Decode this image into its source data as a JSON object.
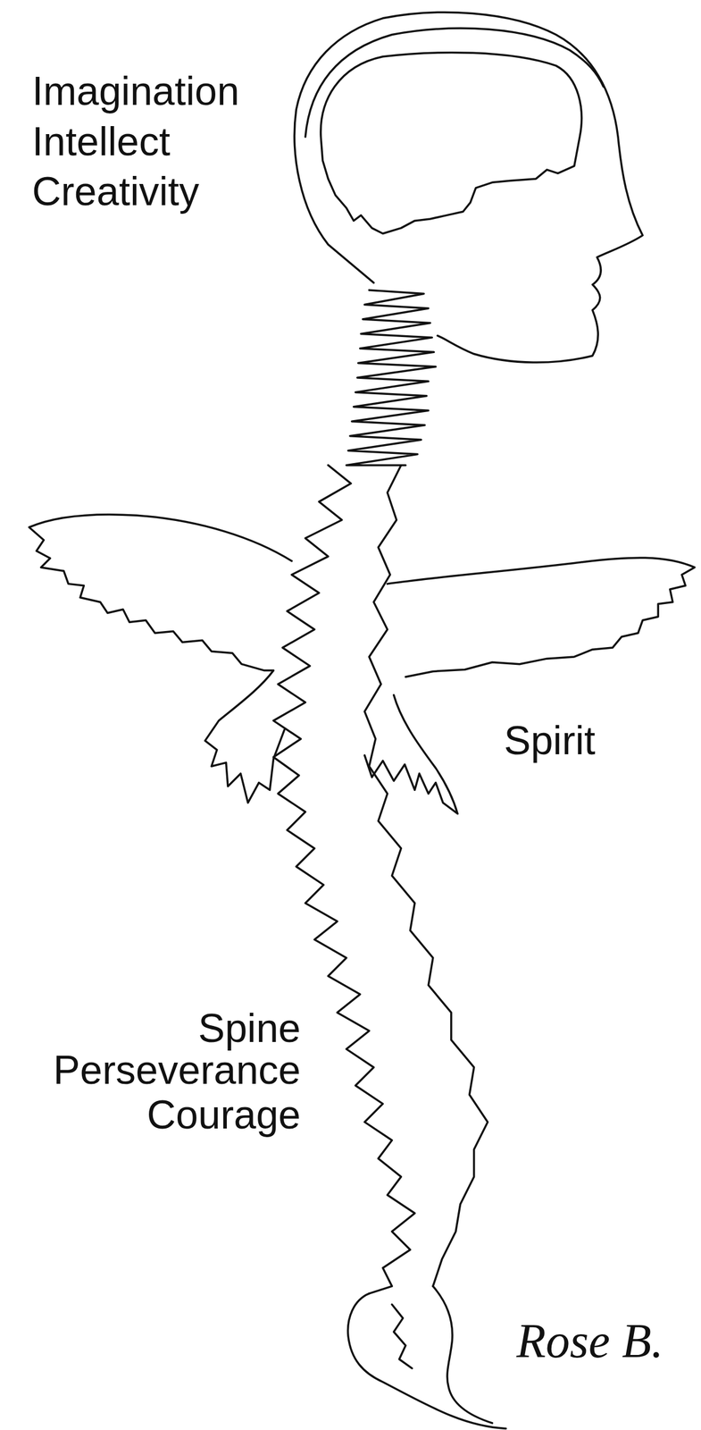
{
  "diagram": {
    "labels": [
      "Imagination",
      "Intellect",
      "Creativity",
      "Spirit",
      "Spine",
      "Perseverance",
      "Courage",
      "Rose B."
    ]
  }
}
